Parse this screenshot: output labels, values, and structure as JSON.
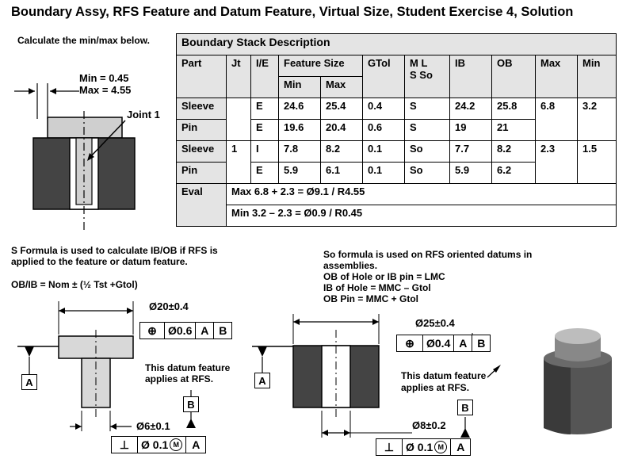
{
  "title": "Boundary Assy, RFS Feature and Datum Feature, Virtual Size, Student Exercise 4, Solution",
  "calc_label": "Calculate the min/max below.",
  "min_label": "Min = 0.45",
  "max_label": "Max = 4.55",
  "joint_label": "Joint 1",
  "table": {
    "caption": "Boundary Stack Description",
    "headers": {
      "part": "Part",
      "jt": "Jt",
      "ie": "I/E",
      "feature_size": "Feature Size",
      "min": "Min",
      "max": "Max",
      "gtol": "GTol",
      "ml": "M  L",
      "sso": "S So",
      "ib": "IB",
      "ob": "OB",
      "max2": "Max",
      "min2": "Min"
    },
    "rows": [
      {
        "part": "Sleeve",
        "ie": "E",
        "min": "24.6",
        "max": "25.4",
        "gtol": "0.4",
        "mod": "S",
        "ib": "24.2",
        "ob": "25.8"
      },
      {
        "part": "Pin",
        "ie": "E",
        "min": "19.6",
        "max": "20.4",
        "gtol": "0.6",
        "mod": "S",
        "ib": "19",
        "ob": "21"
      },
      {
        "part": "Sleeve",
        "ie": "I",
        "min": "7.8",
        "max": "8.2",
        "gtol": "0.1",
        "mod": "So",
        "ib": "7.7",
        "ob": "8.2"
      },
      {
        "part": "Pin",
        "ie": "E",
        "min": "5.9",
        "max": "6.1",
        "gtol": "0.1",
        "mod": "So",
        "ib": "5.9",
        "ob": "6.2"
      }
    ],
    "group1": {
      "jt": "",
      "max": "6.8",
      "min": "3.2"
    },
    "group2": {
      "jt": "1",
      "max": "2.3",
      "min": "1.5"
    },
    "eval_label": "Eval",
    "eval_max": "Max  6.8 + 2.3 = Ø9.1 / R4.55",
    "eval_min": "Min  3.2 – 2.3 =  Ø0.9 / R0.45"
  },
  "notes": {
    "s_formula_1": "S Formula is used to calculate IB/OB if RFS  is",
    "s_formula_2": "applied to the feature or datum feature.",
    "ob_ib_formula": "OB/IB = Nom ± (½ Tst +Gtol)",
    "so_1": "So formula is used on RFS oriented datums in",
    "so_2": "assemblies.",
    "so_3": "OB of Hole or IB pin = LMC",
    "so_4": "IB of Hole = MMC – Gtol",
    "so_5": "OB Pin = MMC + Gtol"
  },
  "pin": {
    "dim_top": "Ø20±0.4",
    "fcf_tol": "Ø0.6",
    "fcf_d1": "A",
    "fcf_d2": "B",
    "datum_a": "A",
    "note_1": "This datum feature",
    "note_2": "applies at RFS.",
    "datum_b": "B",
    "dim_bottom": "Ø6±0.1",
    "fcf2_tol": "Ø 0.1",
    "fcf2_mod": "M",
    "fcf2_d": "A"
  },
  "sleeve": {
    "dim_top": "Ø25±0.4",
    "fcf_tol": "Ø0.4",
    "fcf_d1": "A",
    "fcf_d2": "B",
    "datum_a": "A",
    "note_1": "This datum feature",
    "note_2": "applies at RFS.",
    "datum_b": "B",
    "dim_bottom": "Ø8±0.2",
    "fcf2_tol": "Ø 0.1",
    "fcf2_mod": "M",
    "fcf2_d": "A"
  },
  "colors": {
    "shade": "#e4e4e4",
    "dark": "#444444",
    "light": "#cfcfcf"
  },
  "icons": [
    "position-symbol-icon",
    "perpendicularity-symbol-icon",
    "mmc-modifier-icon",
    "datum-triangle-icon"
  ]
}
